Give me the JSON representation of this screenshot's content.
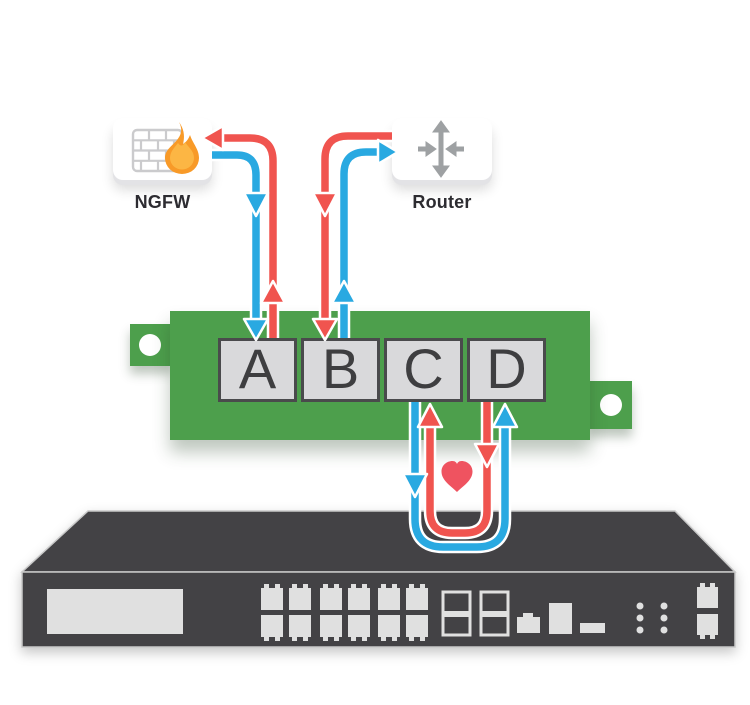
{
  "diagram": {
    "devices": {
      "ngfw": {
        "label": "NGFW",
        "icon": "firewall-flame-icon"
      },
      "router": {
        "label": "Router",
        "icon": "router-arrows-icon"
      }
    },
    "bypass_module": {
      "ports": [
        {
          "label": "A"
        },
        {
          "label": "B"
        },
        {
          "label": "C"
        },
        {
          "label": "D"
        }
      ],
      "mounting_holes": 2
    },
    "appliance": {
      "icon": "rack-appliance",
      "features": [
        "lcd-display",
        "rj45-port-groups",
        "sfp-modules",
        "status-dots"
      ]
    },
    "flows": {
      "forward": {
        "color": "#29A9E1",
        "route": "NGFW > A > C > appliance > D > B > Router"
      },
      "return": {
        "color": "#F0544F",
        "route": "Router > B > D > appliance > C > A > NGFW"
      },
      "heartbeat_icon": "heart-icon"
    },
    "colors": {
      "forward_flow": "#29A9E1",
      "return_flow": "#F0544F",
      "module_green": "#4D9F4C",
      "appliance_gray": "#434245",
      "port_fill": "#D9D9DB",
      "heart_red": "#EF5360",
      "flame_orange": "#F89A28",
      "icon_gray": "#9EA1A3"
    }
  }
}
